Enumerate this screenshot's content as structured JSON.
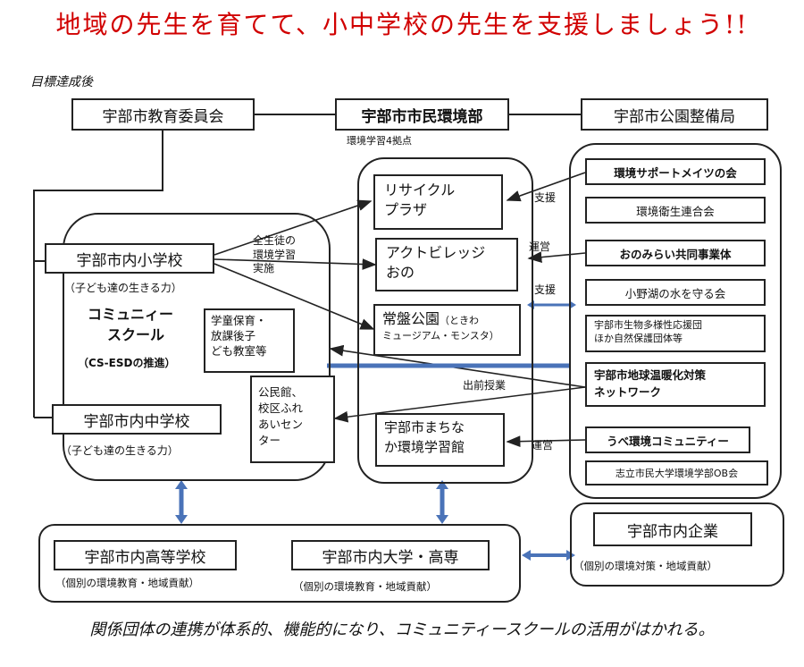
{
  "heading": "地域の先生を育てて、小中学校の先生を支援しましょう!!",
  "label_goal": "目標達成後",
  "top": {
    "board": "宇部市教育委員会",
    "env_dept": "宇部市市民環境部",
    "parks": "宇部市公園整備局",
    "env_note": "環境学習4拠点"
  },
  "school_group": {
    "elementary": "宇部市内小学校",
    "elementary_sub": "（子ども達の生きる力）",
    "community1": "コミュニィー",
    "community2": "スクール",
    "community3": "（CS-ESDの推進）",
    "afterschool": [
      "学童保育・",
      "放課後子",
      "ども教室等"
    ],
    "hall": [
      "公民館、",
      "校区ふれ",
      "あいセン",
      "ター"
    ],
    "junior": "宇部市内中学校",
    "junior_sub": "（子ども達の生きる力）"
  },
  "arrow_labels": {
    "all_students": [
      "全生徒の",
      "環境学習",
      "実施"
    ],
    "support1": "支援",
    "operate1": "運営",
    "support2": "支援",
    "outreach": "出前授業",
    "operate2": "運営"
  },
  "hubs": {
    "recycle": [
      "リサイクル",
      "プラザ"
    ],
    "village": [
      "アクトビレッジ",
      "おの"
    ],
    "tokiwa": "常盤公園",
    "tokiwa_sub": "（ときわ",
    "tokiwa_sub2": "ミュージアム・モンスタ）",
    "machinaka": [
      "宇部市まちな",
      "か環境学習館"
    ]
  },
  "orgs": [
    "環境サポートメイツの会",
    "環境衛生連合会",
    "おのみらい共同事業体",
    "小野湖の水を守る会",
    "宇部市生物多様性応援団",
    "ほか自然保護団体等",
    "宇部市地球温暖化対策",
    "ネットワーク",
    "うべ環境コミュニティー",
    "志立市民大学環境学部OB会"
  ],
  "bottom": {
    "highschool": "宇部市内高等学校",
    "highschool_sub": "（個別の環境教育・地域貢献）",
    "university": "宇部市内大学・高専",
    "university_sub": "（個別の環境教育・地域貢献）",
    "companies": "宇部市内企業",
    "companies_sub": "（個別の環境対策・地域貢献）"
  },
  "footer": "関係団体の連携が体系的、機能的になり、コミュニティースクールの活用がはかれる。",
  "colors": {
    "heading": "#d10000",
    "connector": "#4a73b8",
    "line": "#222222"
  }
}
